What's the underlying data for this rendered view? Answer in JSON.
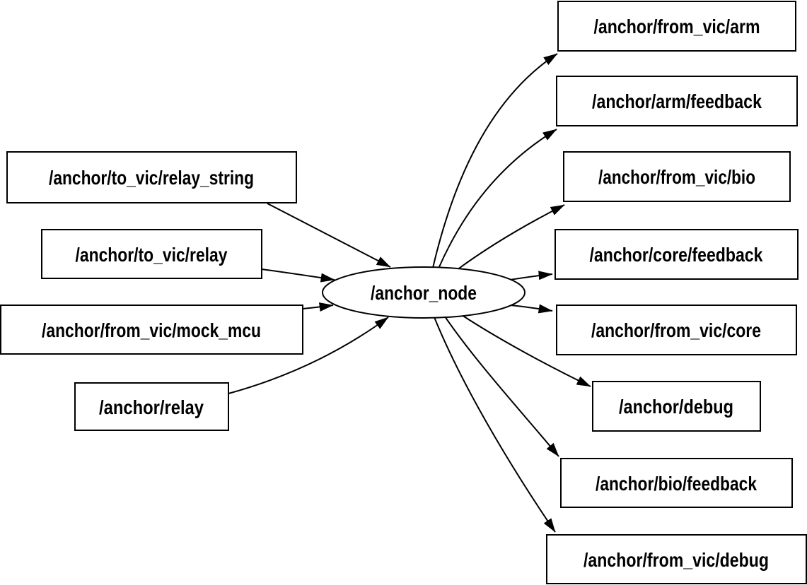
{
  "diagram": {
    "type": "ros-node-graph",
    "node": {
      "label": "/anchor_node"
    },
    "input_topics": [
      "/anchor/to_vic/relay_string",
      "/anchor/to_vic/relay",
      "/anchor/from_vic/mock_mcu",
      "/anchor/relay"
    ],
    "output_topics": [
      "/anchor/from_vic/arm",
      "/anchor/arm/feedback",
      "/anchor/from_vic/bio",
      "/anchor/core/feedback",
      "/anchor/from_vic/core",
      "/anchor/debug",
      "/anchor/bio/feedback",
      "/anchor/from_vic/debug"
    ],
    "edges": [
      {
        "from": "/anchor/to_vic/relay_string",
        "to": "/anchor_node"
      },
      {
        "from": "/anchor/to_vic/relay",
        "to": "/anchor_node"
      },
      {
        "from": "/anchor/from_vic/mock_mcu",
        "to": "/anchor_node"
      },
      {
        "from": "/anchor/relay",
        "to": "/anchor_node"
      },
      {
        "from": "/anchor_node",
        "to": "/anchor/from_vic/arm"
      },
      {
        "from": "/anchor_node",
        "to": "/anchor/arm/feedback"
      },
      {
        "from": "/anchor_node",
        "to": "/anchor/from_vic/bio"
      },
      {
        "from": "/anchor_node",
        "to": "/anchor/core/feedback"
      },
      {
        "from": "/anchor_node",
        "to": "/anchor/from_vic/core"
      },
      {
        "from": "/anchor_node",
        "to": "/anchor/debug"
      },
      {
        "from": "/anchor_node",
        "to": "/anchor/bio/feedback"
      },
      {
        "from": "/anchor_node",
        "to": "/anchor/from_vic/debug"
      }
    ],
    "colors": {
      "background": "#ffffff",
      "node_fill": "#ffffff",
      "node_stroke": "#000000",
      "edge_stroke": "#000000",
      "text": "#000000"
    }
  }
}
